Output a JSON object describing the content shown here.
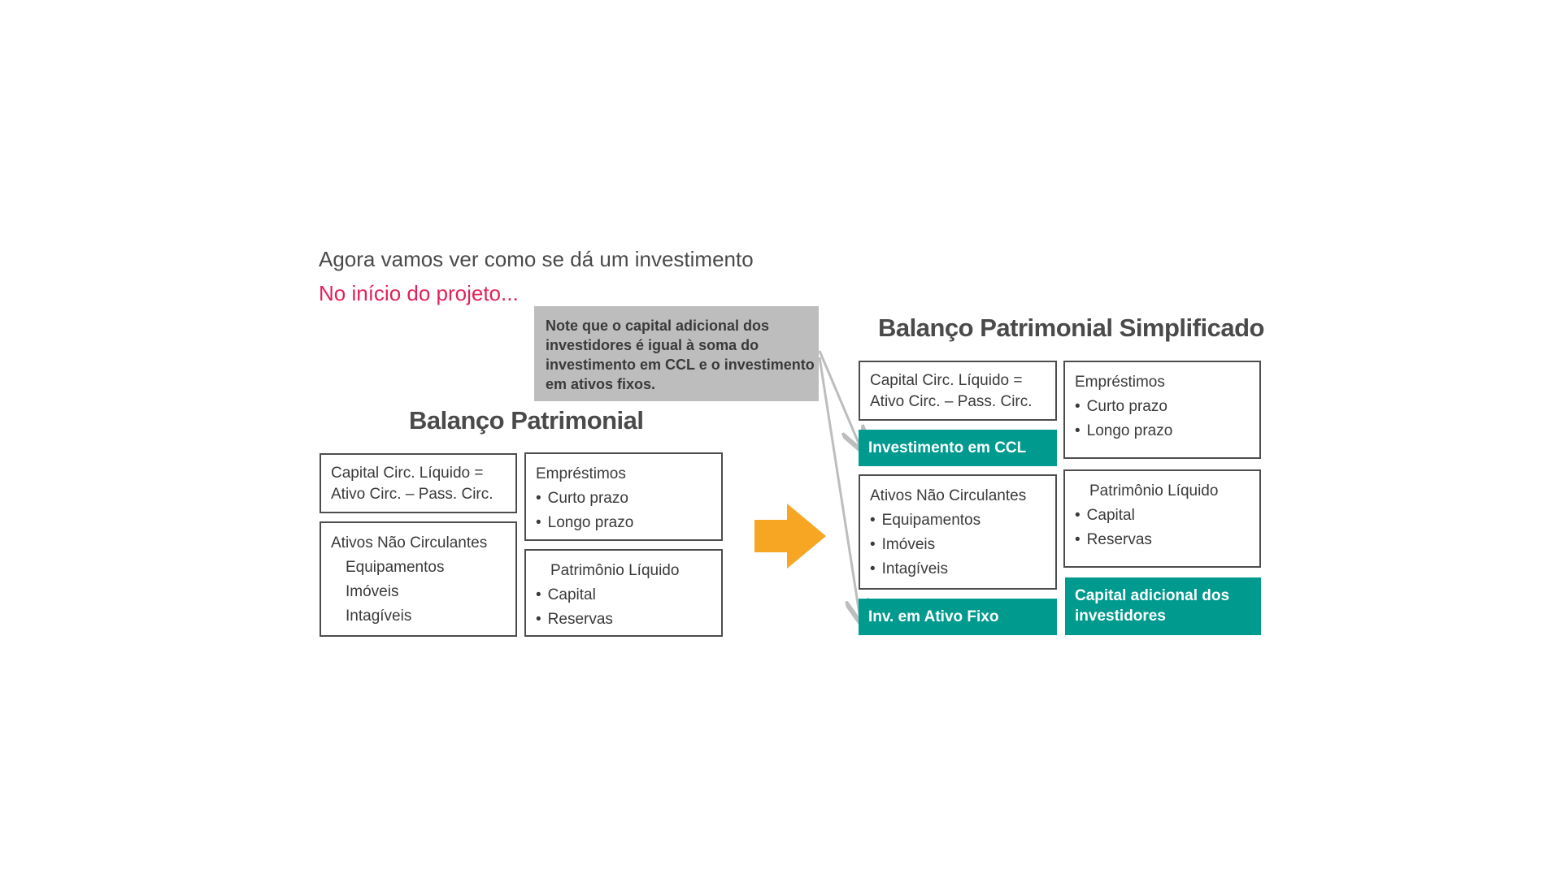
{
  "header": {
    "line1": "Agora vamos ver como se dá um investimento",
    "line2": "No início do projeto..."
  },
  "note": {
    "lines": [
      "Note que o capital adicional dos",
      "investidores é igual à soma do",
      "investimento em CCL e o investimento",
      "em ativos fixos."
    ],
    "background": "#bdbdbd"
  },
  "left": {
    "title": "Balanço Patrimonial",
    "ccl": {
      "line1": "Capital Circ. Líquido =",
      "line2": "Ativo Circ. – Pass. Circ."
    },
    "anc": {
      "title": "Ativos Não Circulantes",
      "items": [
        "Equipamentos",
        "Imóveis",
        "Intagíveis"
      ]
    },
    "emprestimos": {
      "title": "Empréstimos",
      "items": [
        "Curto prazo",
        "Longo prazo"
      ]
    },
    "pl": {
      "title": "Patrimônio Líquido",
      "items": [
        "Capital",
        "Reservas"
      ]
    }
  },
  "right": {
    "title": "Balanço Patrimonial Simplificado",
    "ccl": {
      "line1": "Capital Circ. Líquido =",
      "line2": "Ativo Circ. – Pass. Circ."
    },
    "inv_ccl": "Investimento em CCL",
    "anc": {
      "title": "Ativos Não Circulantes",
      "items": [
        "Equipamentos",
        "Imóveis",
        "Intagíveis"
      ]
    },
    "inv_fixo": "Inv. em Ativo Fixo",
    "emprestimos": {
      "title": "Empréstimos",
      "items": [
        "Curto prazo",
        "Longo prazo"
      ]
    },
    "pl": {
      "title": "Patrimônio Líquido",
      "items": [
        "Capital",
        "Reservas"
      ]
    },
    "capital_adicional": {
      "line1": "Capital adicional dos",
      "line2": "investidores"
    }
  },
  "colors": {
    "accent_pink": "#e2215a",
    "teal": "#009a8e",
    "arrow_orange": "#f6a623",
    "box_border": "#4d4d4d",
    "connector_gray": "#bdbdbd"
  }
}
